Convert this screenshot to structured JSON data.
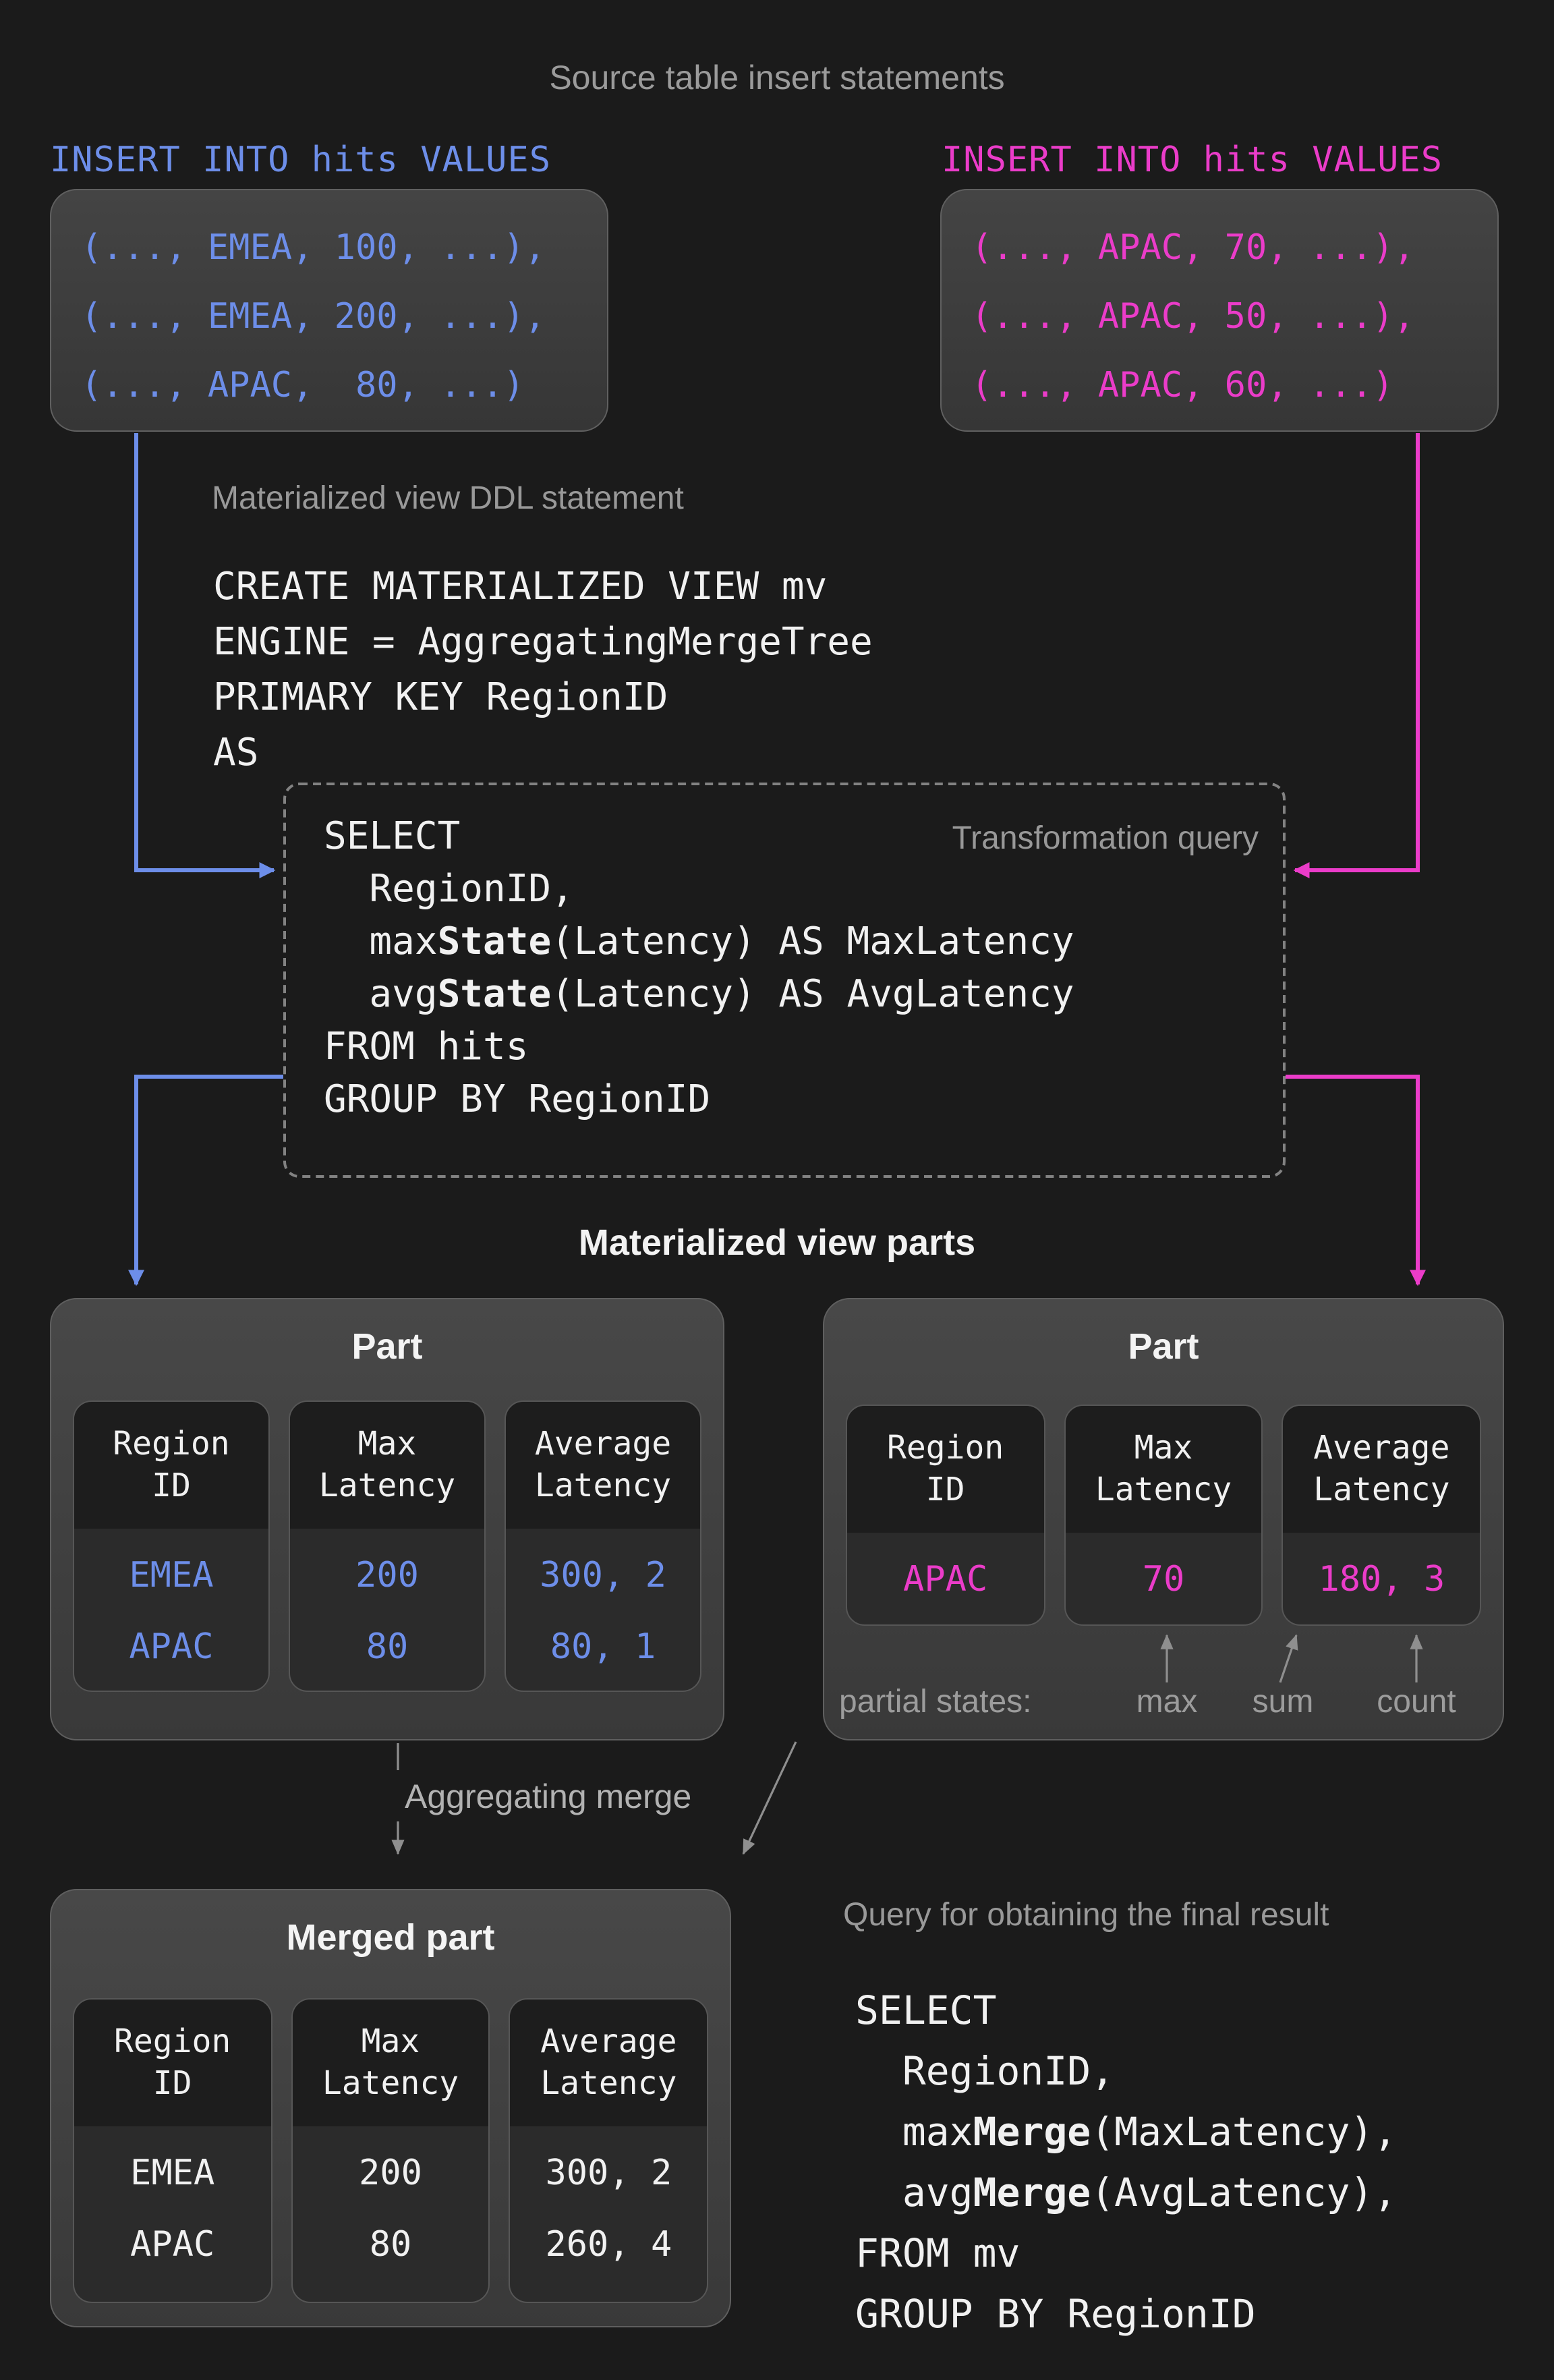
{
  "title": "Source table insert statements",
  "colors": {
    "blue": "#6d8ee9",
    "pink": "#eb3cc9",
    "gray_arrow": "#8f8f8f",
    "gray_text": "#999999",
    "white": "#f1f1f1",
    "background": "#1b1b1b"
  },
  "inserts": {
    "left": {
      "header": "INSERT INTO hits VALUES",
      "rows": [
        "(..., EMEA, 100, ...),",
        "(..., EMEA, 200, ...),",
        "(..., APAC,  80, ...)"
      ]
    },
    "right": {
      "header": "INSERT INTO hits VALUES",
      "rows": [
        "(..., APAC, 70, ...),",
        "(..., APAC, 50, ...),",
        "(..., APAC, 60, ...)"
      ]
    }
  },
  "ddl": {
    "label": "Materialized view DDL statement",
    "lines": [
      "CREATE MATERIALIZED VIEW mv",
      "ENGINE = AggregatingMergeTree",
      "PRIMARY KEY RegionID",
      "AS"
    ]
  },
  "transform": {
    "label": "Transformation query",
    "lines": [
      [
        "SELECT"
      ],
      [
        "  RegionID,"
      ],
      [
        "  max",
        {
          "t": "State",
          "b": true
        },
        "(Latency) AS MaxLatency"
      ],
      [
        "  avg",
        {
          "t": "State",
          "b": true
        },
        "(Latency) AS AvgLatency"
      ],
      [
        "FROM hits"
      ],
      [
        "GROUP BY RegionID"
      ]
    ]
  },
  "parts_heading": "Materialized view parts",
  "part_left": {
    "title": "Part",
    "columns": [
      {
        "header": "Region ID",
        "values": [
          "EMEA",
          "APAC"
        ]
      },
      {
        "header": "Max Latency",
        "values": [
          "200",
          "80"
        ]
      },
      {
        "header": "Average Latency",
        "values": [
          "300, 2",
          "80, 1"
        ]
      }
    ]
  },
  "part_right": {
    "title": "Part",
    "columns": [
      {
        "header": "Region ID",
        "values": [
          "APAC"
        ]
      },
      {
        "header": "Max Latency",
        "values": [
          "70"
        ]
      },
      {
        "header": "Average Latency",
        "values": [
          "180, 3"
        ]
      }
    ],
    "annotation": {
      "label": "partial states:",
      "markers": [
        "max",
        "sum",
        "count"
      ]
    }
  },
  "merge_label": "Aggregating merge",
  "merged_part": {
    "title": "Merged part",
    "columns": [
      {
        "header": "Region ID",
        "values": [
          "EMEA",
          "APAC"
        ]
      },
      {
        "header": "Max Latency",
        "values": [
          "200",
          "80"
        ]
      },
      {
        "header": "Average Latency",
        "values": [
          "300, 2",
          "260, 4"
        ]
      }
    ]
  },
  "final_query": {
    "label": "Query for obtaining the final result",
    "lines": [
      [
        "SELECT"
      ],
      [
        "  RegionID,"
      ],
      [
        "  max",
        {
          "t": "Merge",
          "b": true
        },
        "(MaxLatency),"
      ],
      [
        "  avg",
        {
          "t": "Merge",
          "b": true
        },
        "(AvgLatency),"
      ],
      [
        "FROM mv"
      ],
      [
        "GROUP BY RegionID"
      ]
    ]
  }
}
